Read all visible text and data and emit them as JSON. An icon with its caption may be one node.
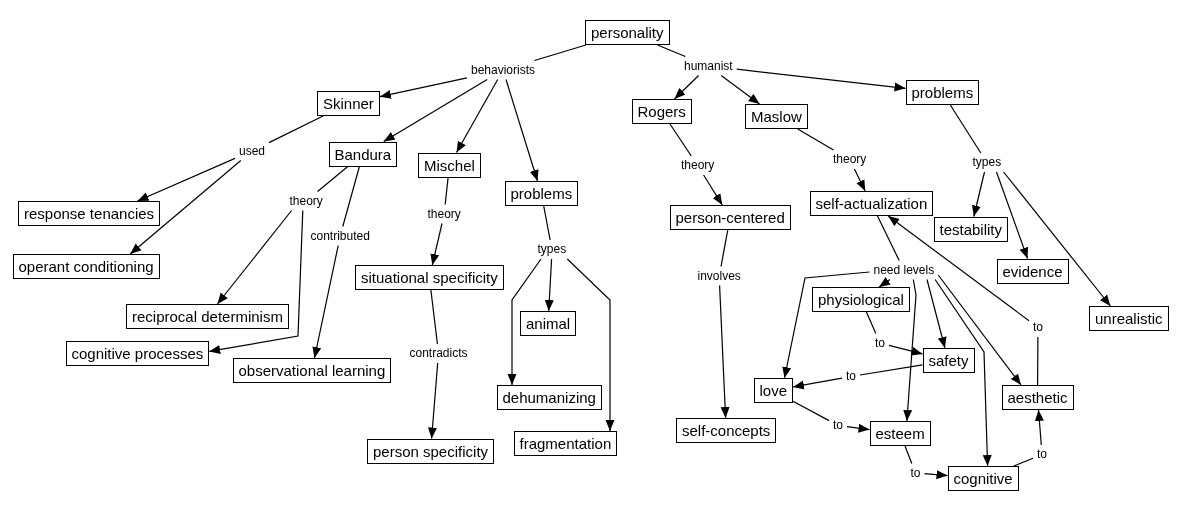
{
  "diagram": {
    "nodes": [
      {
        "text": [
          "personality"
        ]
      },
      {
        "text": [
          "behaviorists"
        ]
      },
      {
        "text": [
          "humanist"
        ]
      },
      {
        "text": [
          "Skinner"
        ]
      },
      {
        "text": [
          "Bandura"
        ]
      },
      {
        "text": [
          "Mischel"
        ]
      },
      {
        "text": [
          "problems"
        ]
      },
      {
        "text": [
          "Rogers"
        ]
      },
      {
        "text": [
          "Maslow"
        ]
      },
      {
        "text": [
          "problems"
        ]
      },
      {
        "text": [
          "used"
        ]
      },
      {
        "text": [
          "theory"
        ]
      },
      {
        "text": [
          "contributed"
        ]
      },
      {
        "text": [
          "response tenancies"
        ]
      },
      {
        "text": [
          "operant conditioning"
        ]
      },
      {
        "text": [
          "reciprocal determinism"
        ]
      },
      {
        "text": [
          "cognitive processes"
        ]
      },
      {
        "text": [
          "observational learning"
        ]
      },
      {
        "text": [
          "theory"
        ]
      },
      {
        "text": [
          "situational specificity"
        ]
      },
      {
        "text": [
          "contradicts"
        ]
      },
      {
        "text": [
          "person specificity"
        ]
      },
      {
        "text": [
          "types"
        ]
      },
      {
        "text": [
          "animal"
        ]
      },
      {
        "text": [
          "dehumanizing"
        ]
      },
      {
        "text": [
          "fragmentation"
        ]
      },
      {
        "text": [
          "theory"
        ]
      },
      {
        "text": [
          "person-centered"
        ]
      },
      {
        "text": [
          "involves"
        ]
      },
      {
        "text": [
          "self-concepts"
        ]
      },
      {
        "text": [
          "theory"
        ]
      },
      {
        "text": [
          "self-actualization"
        ]
      },
      {
        "text": [
          "types"
        ]
      },
      {
        "text": [
          "testability"
        ]
      },
      {
        "text": [
          "evidence"
        ]
      },
      {
        "text": [
          "unrealistic"
        ]
      },
      {
        "text": [
          "need levels"
        ]
      },
      {
        "text": [
          "physiological"
        ]
      },
      {
        "text": [
          "to"
        ]
      },
      {
        "text": [
          "safety"
        ]
      },
      {
        "text": [
          "to"
        ]
      },
      {
        "text": [
          "love"
        ]
      },
      {
        "text": [
          "to"
        ]
      },
      {
        "text": [
          "esteem"
        ]
      },
      {
        "text": [
          "to"
        ]
      },
      {
        "text": [
          "cognitive"
        ]
      },
      {
        "text": [
          "to"
        ]
      },
      {
        "text": [
          "aesthetic"
        ]
      },
      {
        "text": [
          "to"
        ]
      }
    ],
    "edges": [
      {
        "from": 0,
        "to": 1,
        "arrow": "none"
      },
      {
        "from": 0,
        "to": 2,
        "arrow": "none"
      },
      {
        "from": 1,
        "to": 3,
        "arrow": "to"
      },
      {
        "from": 1,
        "to": 4,
        "arrow": "to"
      },
      {
        "from": 1,
        "to": 5,
        "arrow": "to"
      },
      {
        "from": 1,
        "to": 6,
        "arrow": "to"
      },
      {
        "from": 2,
        "to": 7,
        "arrow": "to"
      },
      {
        "from": 2,
        "to": 8,
        "arrow": "to"
      },
      {
        "from": 2,
        "to": 9,
        "arrow": "to"
      },
      {
        "from": 3,
        "to": 10,
        "arrow": "none"
      },
      {
        "from": 10,
        "to": 13,
        "arrow": "to"
      },
      {
        "from": 10,
        "to": 14,
        "arrow": "to"
      },
      {
        "from": 4,
        "to": 11,
        "arrow": "none"
      },
      {
        "from": 11,
        "to": 15,
        "arrow": "to"
      },
      {
        "from": 11,
        "to": 16,
        "arrow": "to"
      },
      {
        "from": 4,
        "to": 12,
        "arrow": "none"
      },
      {
        "from": 12,
        "to": 17,
        "arrow": "to"
      },
      {
        "from": 5,
        "to": 18,
        "arrow": "none"
      },
      {
        "from": 18,
        "to": 19,
        "arrow": "to"
      },
      {
        "from": 19,
        "to": 20,
        "arrow": "none"
      },
      {
        "from": 20,
        "to": 21,
        "arrow": "to"
      },
      {
        "from": 6,
        "to": 22,
        "arrow": "none"
      },
      {
        "from": 22,
        "to": 23,
        "arrow": "to"
      },
      {
        "from": 22,
        "to": 24,
        "arrow": "to"
      },
      {
        "from": 22,
        "to": 25,
        "arrow": "to"
      },
      {
        "from": 7,
        "to": 26,
        "arrow": "none"
      },
      {
        "from": 26,
        "to": 27,
        "arrow": "to"
      },
      {
        "from": 27,
        "to": 28,
        "arrow": "none"
      },
      {
        "from": 28,
        "to": 29,
        "arrow": "to"
      },
      {
        "from": 8,
        "to": 30,
        "arrow": "none"
      },
      {
        "from": 30,
        "to": 31,
        "arrow": "to"
      },
      {
        "from": 9,
        "to": 32,
        "arrow": "none"
      },
      {
        "from": 32,
        "to": 33,
        "arrow": "to"
      },
      {
        "from": 32,
        "to": 34,
        "arrow": "to"
      },
      {
        "from": 32,
        "to": 35,
        "arrow": "to"
      },
      {
        "from": 31,
        "to": 36,
        "arrow": "none"
      },
      {
        "from": 36,
        "to": 37,
        "arrow": "to"
      },
      {
        "from": 36,
        "to": 39,
        "arrow": "to"
      },
      {
        "from": 36,
        "to": 41,
        "arrow": "to"
      },
      {
        "from": 36,
        "to": 43,
        "arrow": "to"
      },
      {
        "from": 36,
        "to": 45,
        "arrow": "to"
      },
      {
        "from": 36,
        "to": 47,
        "arrow": "to"
      },
      {
        "from": 37,
        "to": 38,
        "arrow": "none"
      },
      {
        "from": 38,
        "to": 39,
        "arrow": "to"
      },
      {
        "from": 39,
        "to": 40,
        "arrow": "none"
      },
      {
        "from": 40,
        "to": 41,
        "arrow": "to"
      },
      {
        "from": 41,
        "to": 42,
        "arrow": "none"
      },
      {
        "from": 42,
        "to": 43,
        "arrow": "to"
      },
      {
        "from": 43,
        "to": 44,
        "arrow": "none"
      },
      {
        "from": 44,
        "to": 45,
        "arrow": "to"
      },
      {
        "from": 45,
        "to": 46,
        "arrow": "none"
      },
      {
        "from": 46,
        "to": 47,
        "arrow": "to"
      },
      {
        "from": 47,
        "to": 48,
        "arrow": "none"
      },
      {
        "from": 48,
        "to": 31,
        "arrow": "to"
      }
    ]
  }
}
